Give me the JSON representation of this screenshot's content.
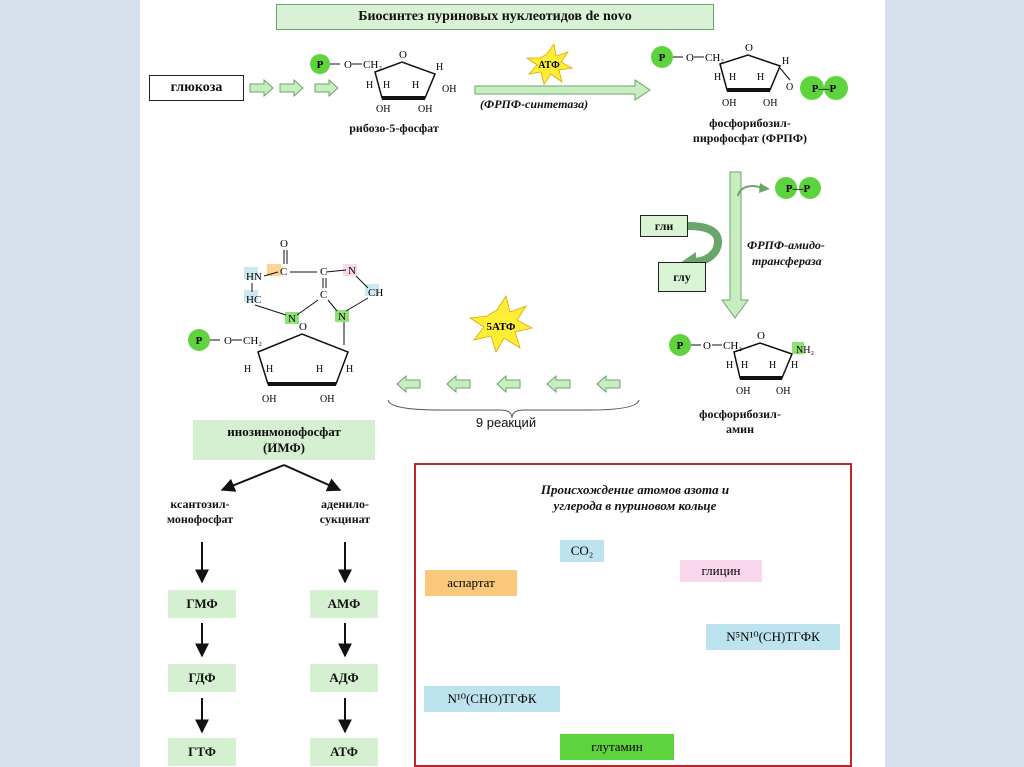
{
  "title": "Биосинтез пуриновых нуклеотидов de novo",
  "glucose": "глюкоза",
  "ribose_label": "рибозо-5-фосфат",
  "atp": "АТФ",
  "prpp_synthetase": "(ФРПФ-синтетаза)",
  "prpp_label_1": "фосфорибозил-",
  "prpp_label_2": "пирофосфат  (ФРПФ)",
  "gly": "гли",
  "glu": "глу",
  "amidotransferase_1": "ФРПФ-амидо-",
  "amidotransferase_2": "трансфераза",
  "phosphoribosylamine_1": "фосфорибозил-",
  "phosphoribosylamine_2": "амин",
  "five_atp": "5АТФ",
  "nine_reactions": "9 реакций",
  "imp_1": "инозинмонофосфат",
  "imp_2": "(ИМФ)",
  "xmp_1": "ксантозил-",
  "xmp_2": "монофосфат",
  "adsucc_1": "аденило-",
  "adsucc_2": "сукцинат",
  "left_chain": [
    "ГМФ",
    "ГДФ",
    "ГТФ"
  ],
  "right_chain": [
    "АМФ",
    "АДФ",
    "АТФ"
  ],
  "origin": {
    "title_1": "Происхождение атомов азота и",
    "title_2": "углерода в пуриновом кольце",
    "co2": "CO₂",
    "aspartate": "аспартат",
    "glycine": "глицин",
    "n5n10": "N⁵N¹⁰(CH)ТГФК",
    "n10": "N¹⁰(CHO)ТГФК",
    "glutamine": "глутамин"
  },
  "chem": {
    "p": "P",
    "o": "O",
    "h": "H",
    "oh": "OH",
    "ch2": "CH₂",
    "nh2": "NH₂",
    "n": "N",
    "c": "C",
    "hn": "HN",
    "hc": "HC",
    "ch": "CH",
    "p_dash_p": "P—P"
  },
  "colors": {
    "green_circle": "#5fd33d",
    "arrow_green": "#c8eec0",
    "arrow_stroke": "#6aa56a",
    "star": "#ffee33",
    "blue_tag": "#bde4ee",
    "orange_tag": "#f9c87a",
    "pink_tag": "#f9d6ec",
    "yellow_n": "#f3f33a",
    "frame_red": "#c0272d"
  }
}
